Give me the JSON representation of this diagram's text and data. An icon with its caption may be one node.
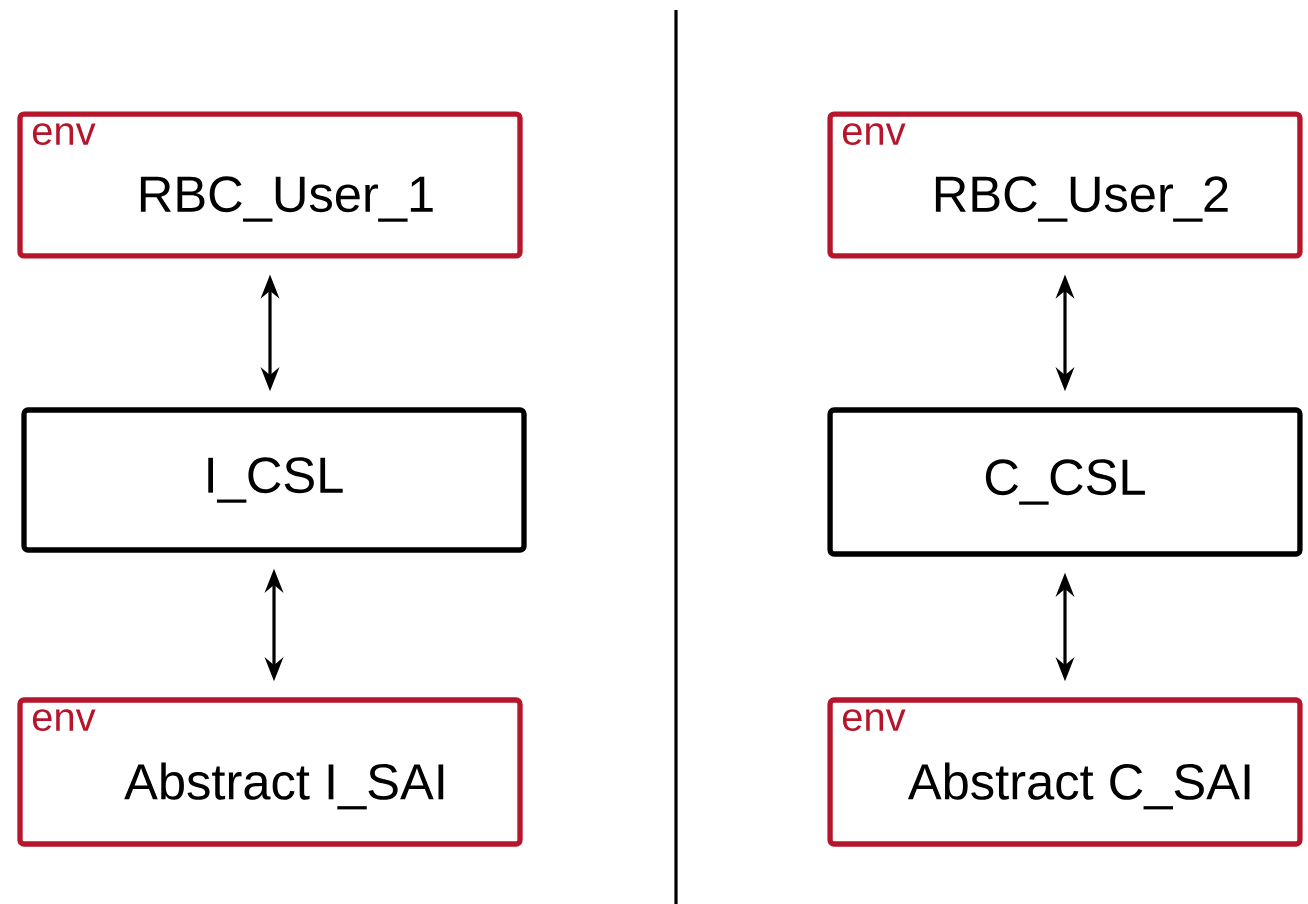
{
  "diagram": {
    "nodes": [
      {
        "text": [
          "env",
          "RBC_User_1"
        ]
      },
      {
        "text": [
          "I_CSL"
        ]
      },
      {
        "text": [
          "env",
          "Abstract I_SAI"
        ]
      },
      {
        "text": [
          "env",
          "RBC_User_2"
        ]
      },
      {
        "text": [
          "C_CSL"
        ]
      },
      {
        "text": [
          "env",
          "Abstract C_SAI"
        ]
      }
    ],
    "edges": [
      {
        "from": 0,
        "to": 1,
        "arrow": "both"
      },
      {
        "from": 1,
        "to": 2,
        "arrow": "both"
      },
      {
        "from": 3,
        "to": 4,
        "arrow": "both"
      },
      {
        "from": 4,
        "to": 5,
        "arrow": "both"
      }
    ]
  }
}
